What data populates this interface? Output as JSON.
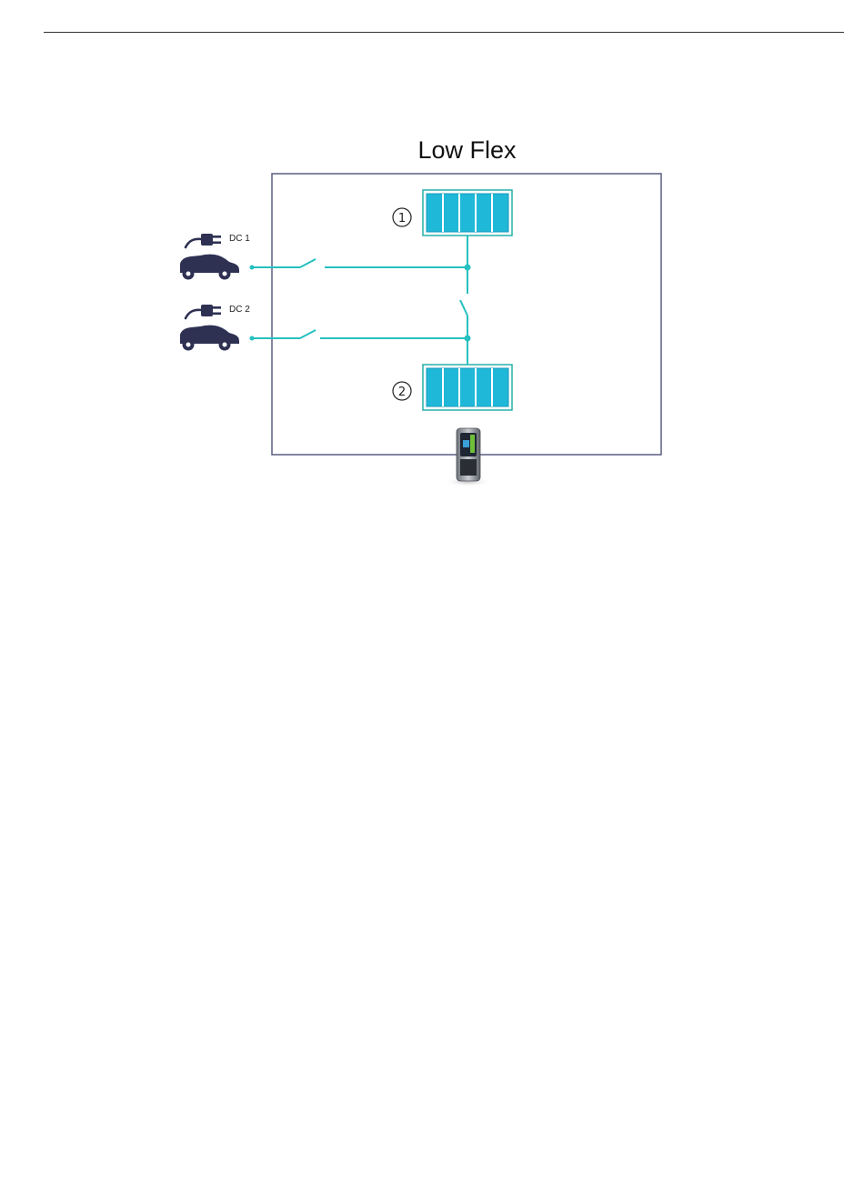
{
  "diagram": {
    "title": "Low Flex",
    "connectors": [
      {
        "label": "DC 1"
      },
      {
        "label": "DC 2"
      }
    ],
    "power_modules": [
      {
        "number": "1",
        "cells": 5
      },
      {
        "number": "2",
        "cells": 5
      }
    ],
    "colors": {
      "line": "#26c0c0",
      "module_fill": "#20b8d8",
      "module_border": "#26b0a8",
      "car": "#2e3152",
      "frame": "#5a5f80"
    }
  }
}
